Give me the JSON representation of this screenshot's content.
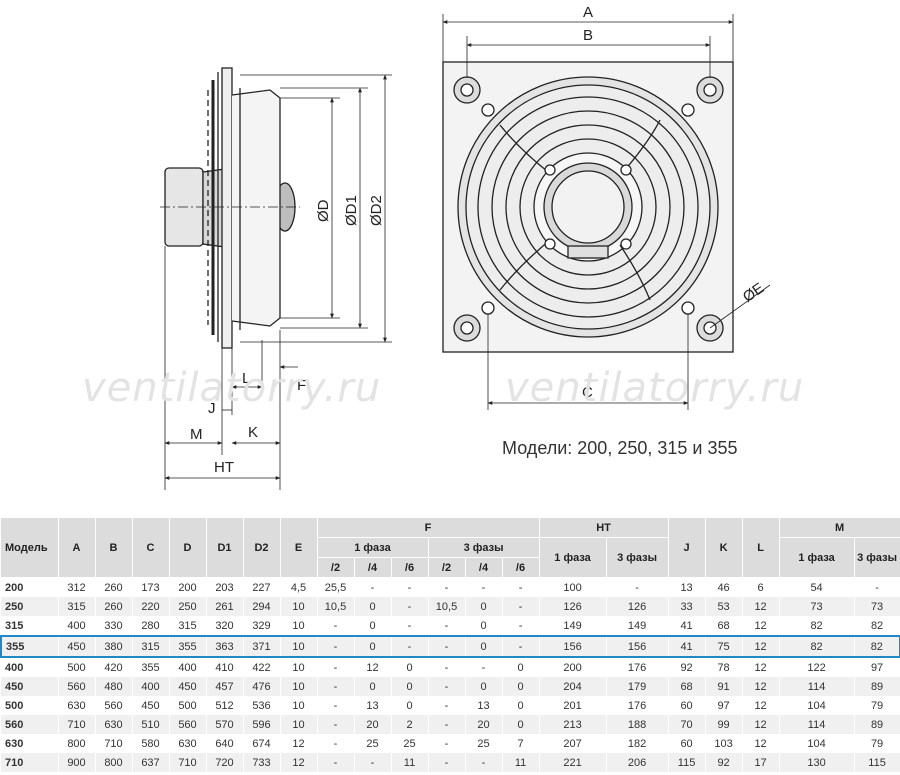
{
  "drawing": {
    "dims": {
      "A": "A",
      "B": "B",
      "C": "C",
      "D": "ØD",
      "D1": "ØD1",
      "D2": "ØD2",
      "E": "ØE",
      "L": "L",
      "F": "F",
      "J": "J",
      "M": "M",
      "K": "K",
      "HT": "HT"
    },
    "watermark": "ventilatorry.ru",
    "caption": "Модели: 200, 250, 315 и 355"
  },
  "table": {
    "headers": {
      "model": "Модель",
      "A": "A",
      "B": "B",
      "C": "C",
      "D": "D",
      "D1": "D1",
      "D2": "D2",
      "E": "E",
      "F": "F",
      "HT": "HT",
      "J": "J",
      "K": "K",
      "L": "L",
      "M": "M"
    },
    "phase1": "1 фаза",
    "phase3": "3 фазы",
    "poles": [
      "/2",
      "/4",
      "/6",
      "/2",
      "/4",
      "/6"
    ],
    "rows": [
      [
        "200",
        "312",
        "260",
        "173",
        "200",
        "203",
        "227",
        "4,5",
        "25,5",
        "-",
        "-",
        "-",
        "-",
        "-",
        "100",
        "-",
        "13",
        "46",
        "6",
        "54",
        "-"
      ],
      [
        "250",
        "315",
        "260",
        "220",
        "250",
        "261",
        "294",
        "10",
        "10,5",
        "0",
        "-",
        "10,5",
        "0",
        "-",
        "126",
        "126",
        "33",
        "53",
        "12",
        "73",
        "73"
      ],
      [
        "315",
        "400",
        "330",
        "280",
        "315",
        "320",
        "329",
        "10",
        "-",
        "0",
        "-",
        "-",
        "0",
        "-",
        "149",
        "149",
        "41",
        "68",
        "12",
        "82",
        "82"
      ],
      [
        "355",
        "450",
        "380",
        "315",
        "355",
        "363",
        "371",
        "10",
        "-",
        "0",
        "-",
        "-",
        "0",
        "-",
        "156",
        "156",
        "41",
        "75",
        "12",
        "82",
        "82"
      ],
      [
        "400",
        "500",
        "420",
        "355",
        "400",
        "410",
        "422",
        "10",
        "-",
        "12",
        "0",
        "-",
        "-",
        "0",
        "200",
        "176",
        "92",
        "78",
        "12",
        "122",
        "97"
      ],
      [
        "450",
        "560",
        "480",
        "400",
        "450",
        "457",
        "476",
        "10",
        "-",
        "0",
        "0",
        "-",
        "0",
        "0",
        "204",
        "179",
        "68",
        "91",
        "12",
        "114",
        "89"
      ],
      [
        "500",
        "630",
        "560",
        "450",
        "500",
        "512",
        "536",
        "10",
        "-",
        "13",
        "0",
        "-",
        "13",
        "0",
        "201",
        "176",
        "60",
        "97",
        "12",
        "104",
        "79"
      ],
      [
        "560",
        "710",
        "630",
        "510",
        "560",
        "570",
        "596",
        "10",
        "-",
        "20",
        "2",
        "-",
        "20",
        "0",
        "213",
        "188",
        "70",
        "99",
        "12",
        "114",
        "89"
      ],
      [
        "630",
        "800",
        "710",
        "580",
        "630",
        "640",
        "674",
        "12",
        "-",
        "25",
        "25",
        "-",
        "25",
        "7",
        "207",
        "182",
        "60",
        "103",
        "12",
        "104",
        "79"
      ],
      [
        "710",
        "900",
        "800",
        "637",
        "710",
        "720",
        "733",
        "12",
        "-",
        "-",
        "11",
        "-",
        "-",
        "11",
        "221",
        "206",
        "115",
        "92",
        "17",
        "130",
        "115"
      ]
    ],
    "highlighted_model": "355"
  },
  "colors": {
    "highlight": "#1e88c8",
    "header_bg": "#dcdcdc",
    "stripe": "#f0f0f0",
    "line": "#222222"
  }
}
